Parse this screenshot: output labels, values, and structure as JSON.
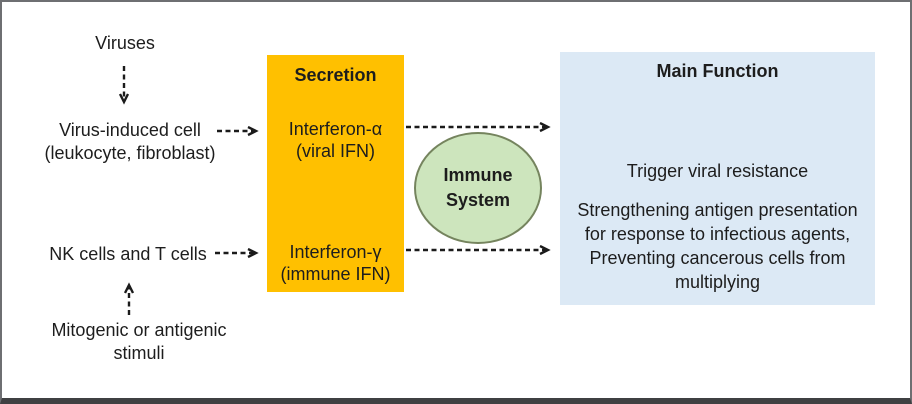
{
  "left_column": {
    "viruses_label": "Viruses",
    "virus_induced_cell_line1": "Virus-induced cell",
    "virus_induced_cell_line2": "(leukocyte, fibroblast)",
    "nk_t_cells_label": "NK cells and T cells",
    "stimuli_line1": "Mitogenic or antigenic",
    "stimuli_line2": "stimuli"
  },
  "secretion_box": {
    "title": "Secretion",
    "interferon_alpha_line1": "Interferon-α",
    "interferon_alpha_line2": "(viral IFN)",
    "interferon_gamma_line1": "Interferon-γ",
    "interferon_gamma_line2": "(immune IFN)"
  },
  "immune_system": {
    "line1": "Immune",
    "line2": "System"
  },
  "main_function_box": {
    "title": "Main Function",
    "function_alpha": "Trigger viral resistance",
    "function_gamma_lines": [
      "Strengthening antigen presentation",
      "for response to infectious agents,",
      "Preventing cancerous cells from",
      "multiplying"
    ]
  },
  "colors": {
    "secretion_box_fill": "#FFC000",
    "main_function_box_fill": "#DCE9F5",
    "immune_ellipse_fill": "#CDE5BD",
    "immune_ellipse_stroke": "#75845E",
    "arrow_color": "#1B1B1B",
    "text_color": "#1D1D1D",
    "frame_border": "#6E6F72"
  }
}
